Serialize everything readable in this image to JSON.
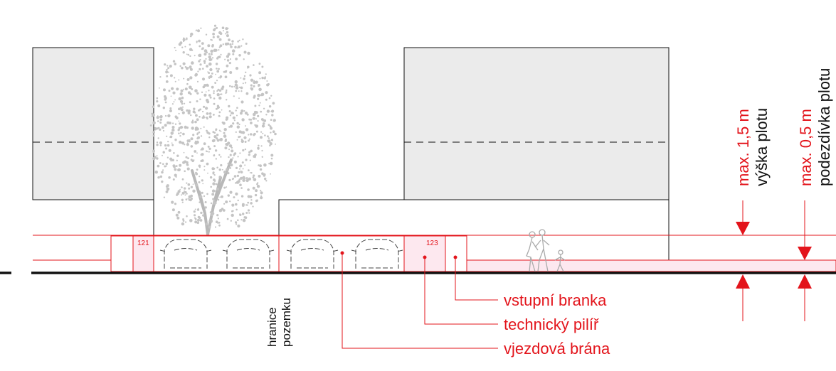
{
  "colors": {
    "accent_red": "#e3141b",
    "fence_fill": "#fde8ef",
    "building_fill": "#ebebeb",
    "tree_gray": "#b8b8b8",
    "line_black": "#111111"
  },
  "diagram": {
    "pillar_numbers": [
      "121",
      "123"
    ],
    "boundary_label": [
      "hranice",
      "pozemku"
    ],
    "callouts": {
      "gate": "vstupní branka",
      "pillar": "technický pilíř",
      "driveway": "vjezdová brána"
    },
    "dimensions": {
      "fence_height_value": "max. 1,5 m",
      "fence_height_label": "výška plotu",
      "base_height_value": "max. 0,5 m",
      "base_height_label": "podezdívka plotu"
    }
  },
  "icons": {
    "tree": "tree-icon",
    "car": "car-icon",
    "pedestrians": "pedestrians-icon",
    "arrow": "arrow-down-icon"
  }
}
